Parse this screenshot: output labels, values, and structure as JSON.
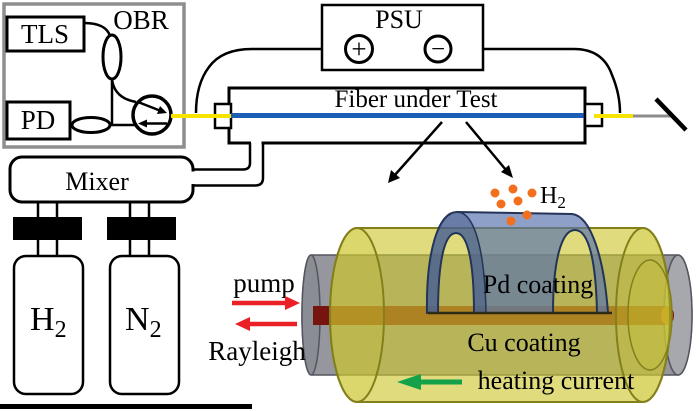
{
  "instruments": {
    "obr": "OBR",
    "tls": "TLS",
    "pd": "PD",
    "psu": "PSU",
    "psu_plus": "+",
    "psu_minus": "−",
    "fiber_under_test": "Fiber under Test",
    "mixer": "Mixer"
  },
  "gases": {
    "h2": {
      "symbol": "H",
      "subscript": "2"
    },
    "n2": {
      "symbol": "N",
      "subscript": "2"
    }
  },
  "sample": {
    "h2_label": {
      "symbol": "H",
      "subscript": "2"
    },
    "pd_coating": "Pd coating",
    "cu_coating": "Cu coating",
    "heating_current": "heating current",
    "pump": "pump",
    "rayleigh": "Rayleigh"
  },
  "colors": {
    "fiber_yellow": "#f6e400",
    "fiber_blue": "#1b5eb5",
    "bare_fiber_gray": "#96979e",
    "core_red": "#771410",
    "cu_yellow": "#cdc72e",
    "pd_blue": "#5873ac",
    "h2_orange": "#f2701d",
    "arrow_red": "#ea2026",
    "heating_green": "#13a14a"
  }
}
